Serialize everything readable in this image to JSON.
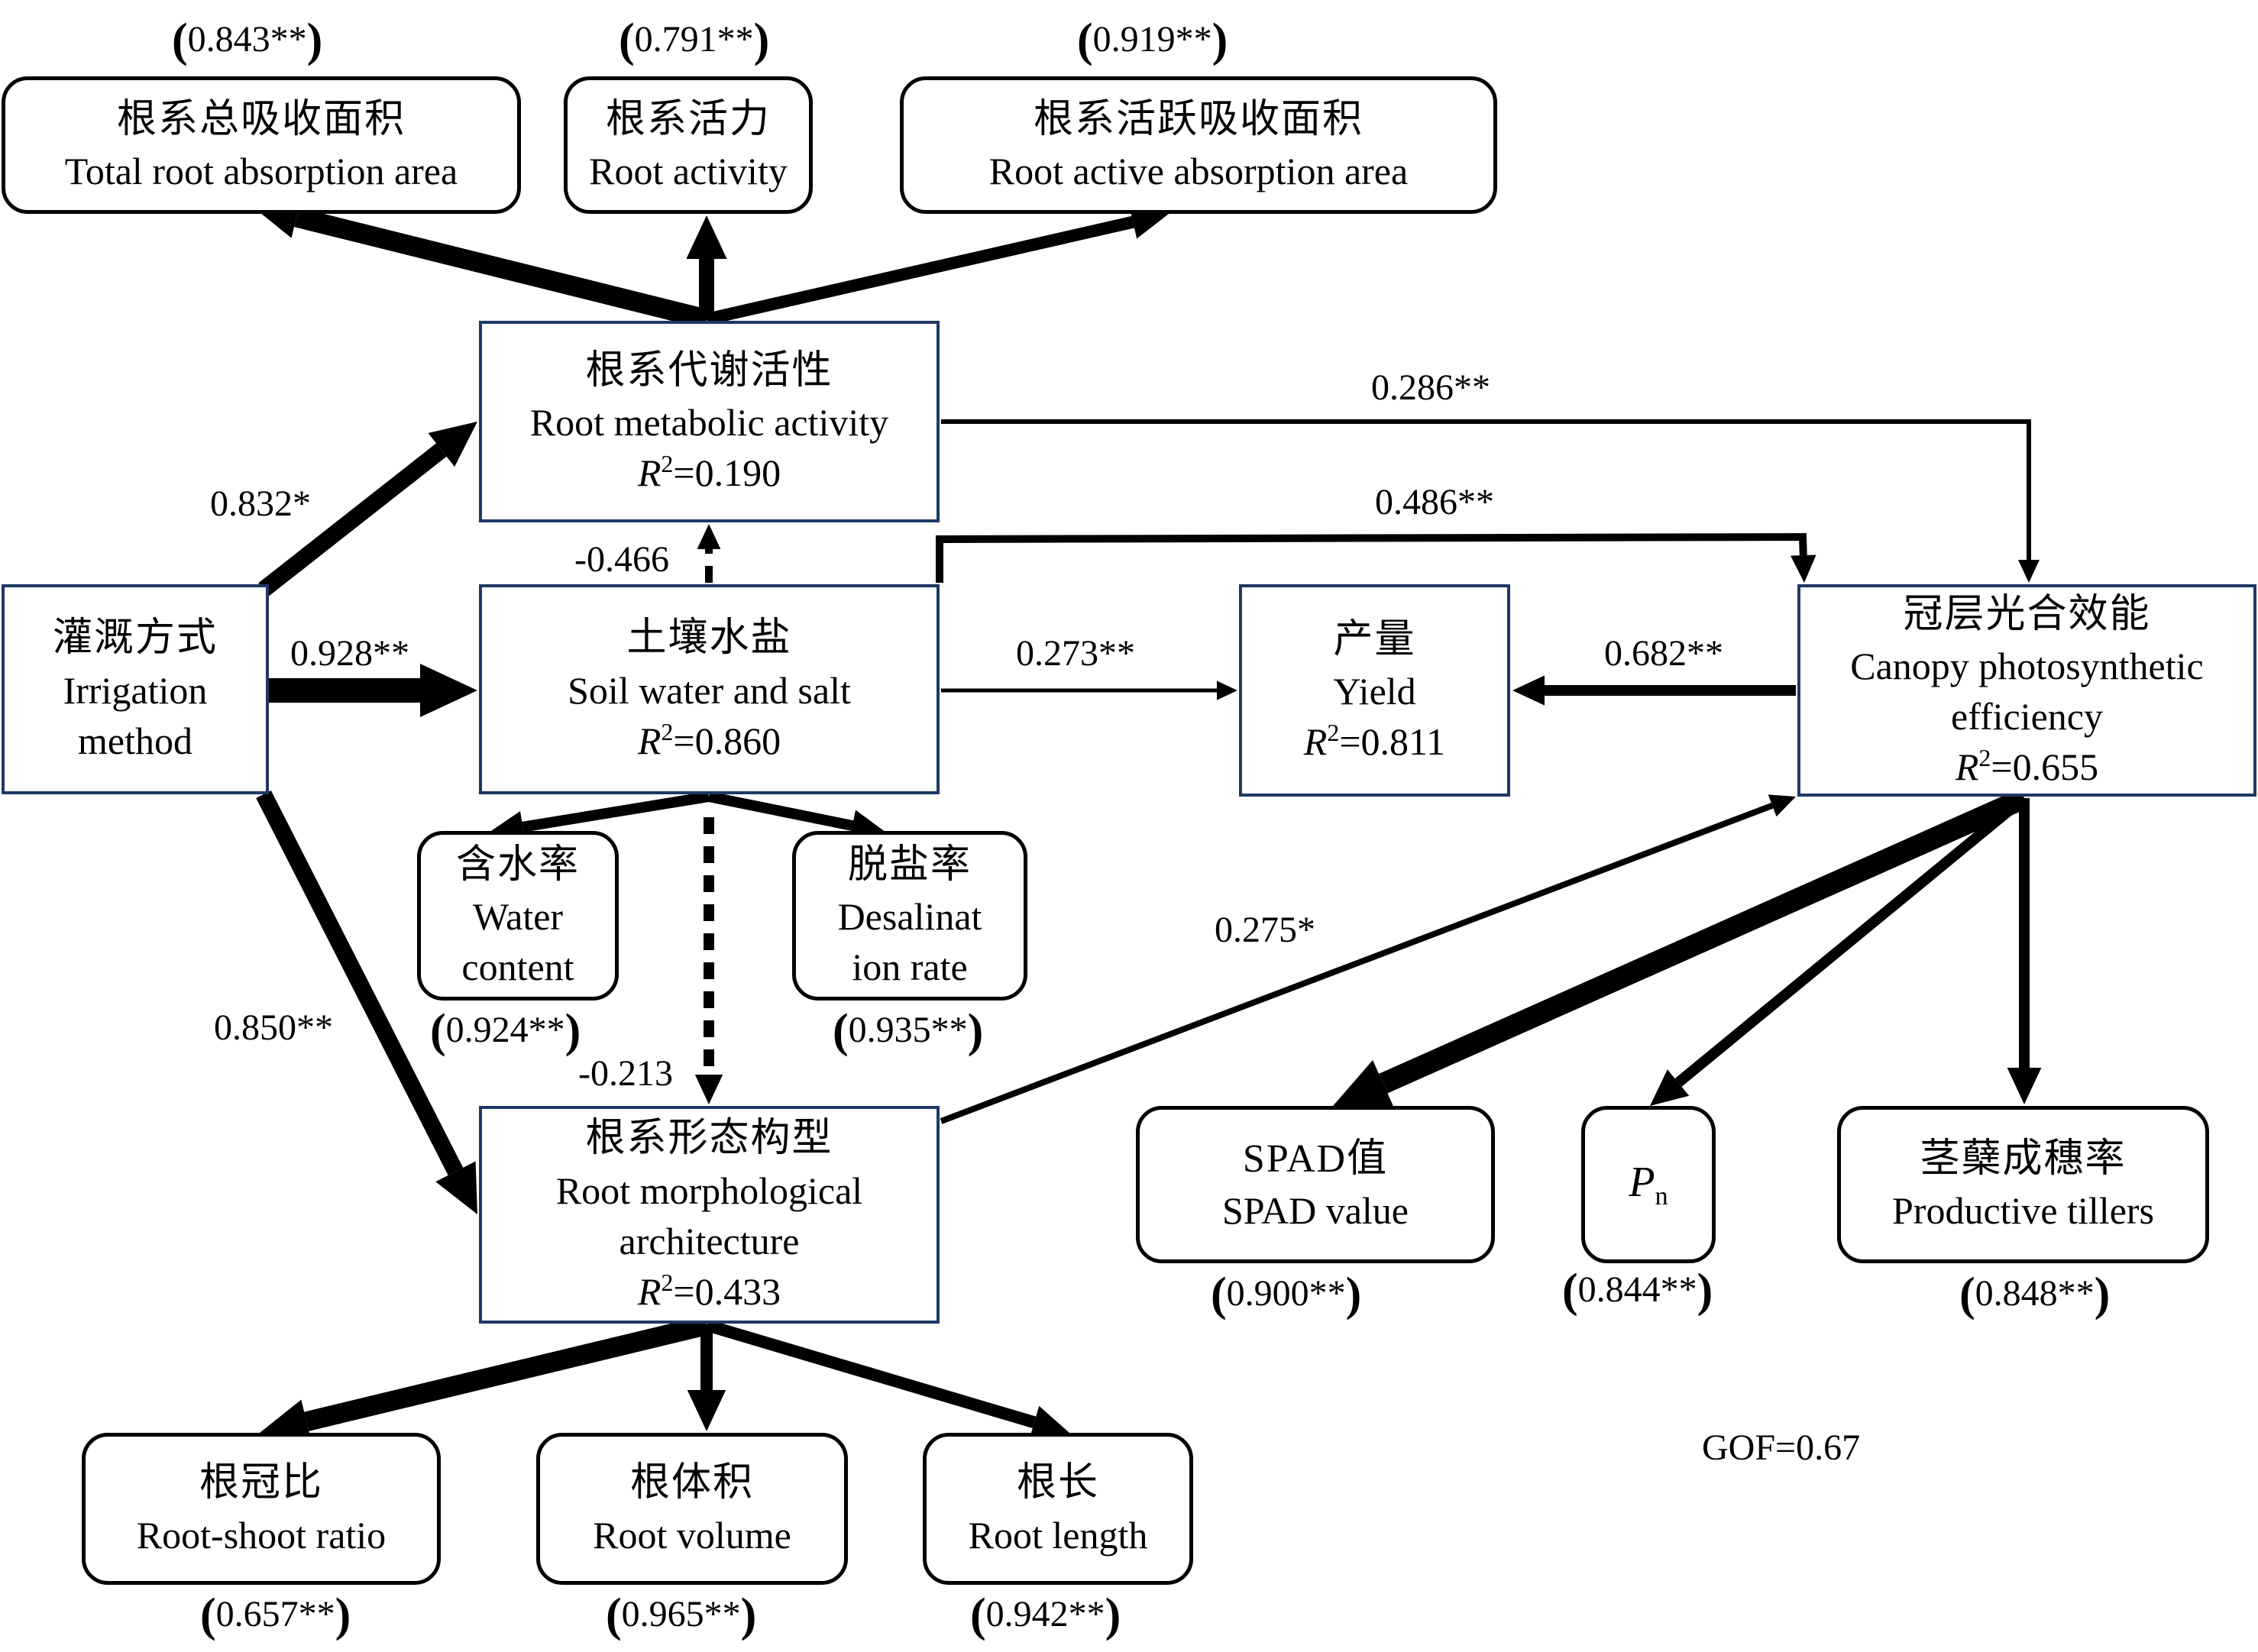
{
  "latent_variables": {
    "irrigation": {
      "zh": "灌溉方式",
      "en1": "Irrigation",
      "en2": "method"
    },
    "soil": {
      "zh": "土壤水盐",
      "en": "Soil water and salt",
      "r2_label": "R",
      "r2_sup": "2",
      "r2_value": "=0.860"
    },
    "metabolic": {
      "zh": "根系代谢活性",
      "en": "Root metabolic activity",
      "r2_label": "R",
      "r2_sup": "2",
      "r2_value": "=0.190"
    },
    "morphology": {
      "zh": "根系形态构型",
      "en1": "Root morphological",
      "en2": "architecture",
      "r2_label": "R",
      "r2_sup": "2",
      "r2_value": "=0.433"
    },
    "yield": {
      "zh": "产量",
      "en": "Yield",
      "r2_label": "R",
      "r2_sup": "2",
      "r2_value": "=0.811"
    },
    "canopy": {
      "zh": "冠层光合效能",
      "en1": "Canopy photosynthetic",
      "en2": "efficiency",
      "r2_label": "R",
      "r2_sup": "2",
      "r2_value": "=0.655"
    }
  },
  "indicators": {
    "total_root_area": {
      "zh": "根系总吸收面积",
      "en": "Total root absorption area",
      "loading": "0.843**"
    },
    "root_activity": {
      "zh": "根系活力",
      "en": "Root activity",
      "loading": "0.791**"
    },
    "root_active_area": {
      "zh": "根系活跃吸收面积",
      "en": "Root active absorption area",
      "loading": "0.919**"
    },
    "water_content": {
      "zh": "含水率",
      "en1": "Water",
      "en2": "content",
      "loading": "0.924**"
    },
    "desalination": {
      "zh": "脱盐率",
      "en1": "Desalinat",
      "en2": "ion rate",
      "loading": "0.935**"
    },
    "spad": {
      "zh": "SPAD值",
      "en": "SPAD value",
      "loading": "0.900**"
    },
    "pn": {
      "symbol": "P",
      "sub": "n",
      "loading": "0.844**"
    },
    "productive_tillers": {
      "zh": "茎蘖成穗率",
      "en": "Productive tillers",
      "loading": "0.848**"
    },
    "root_shoot": {
      "zh": "根冠比",
      "en": "Root-shoot ratio",
      "loading": "0.657**"
    },
    "root_volume": {
      "zh": "根体积",
      "en": "Root volume",
      "loading": "0.965**"
    },
    "root_length": {
      "zh": "根长",
      "en": "Root length",
      "loading": "0.942**"
    }
  },
  "paths": {
    "irrigation_metabolic": {
      "coef": "0.832*",
      "value": 0.832,
      "significance": "*",
      "sign": "positive"
    },
    "irrigation_soil": {
      "coef": "0.928**",
      "value": 0.928,
      "significance": "**",
      "sign": "positive"
    },
    "irrigation_morphology": {
      "coef": "0.850**",
      "value": 0.85,
      "significance": "**",
      "sign": "positive"
    },
    "soil_metabolic": {
      "coef": "-0.466",
      "value": -0.466,
      "significance": "",
      "sign": "negative"
    },
    "soil_morphology": {
      "coef": "-0.213",
      "value": -0.213,
      "significance": "",
      "sign": "negative"
    },
    "metabolic_canopy": {
      "coef": "0.286**",
      "value": 0.286,
      "significance": "**",
      "sign": "positive"
    },
    "soil_canopy": {
      "coef": "0.486**",
      "value": 0.486,
      "significance": "**",
      "sign": "positive"
    },
    "soil_yield": {
      "coef": "0.273**",
      "value": 0.273,
      "significance": "**",
      "sign": "positive"
    },
    "canopy_yield": {
      "coef": "0.682**",
      "value": 0.682,
      "significance": "**",
      "sign": "positive"
    },
    "morphology_canopy": {
      "coef": "0.275*",
      "value": 0.275,
      "significance": "*",
      "sign": "positive"
    }
  },
  "paren_open": "(",
  "paren_close": ")",
  "gof": "GOF=0.67",
  "colors": {
    "latent_border": "#1f3864",
    "indicator_border": "#000000",
    "arrow": "#000000"
  }
}
